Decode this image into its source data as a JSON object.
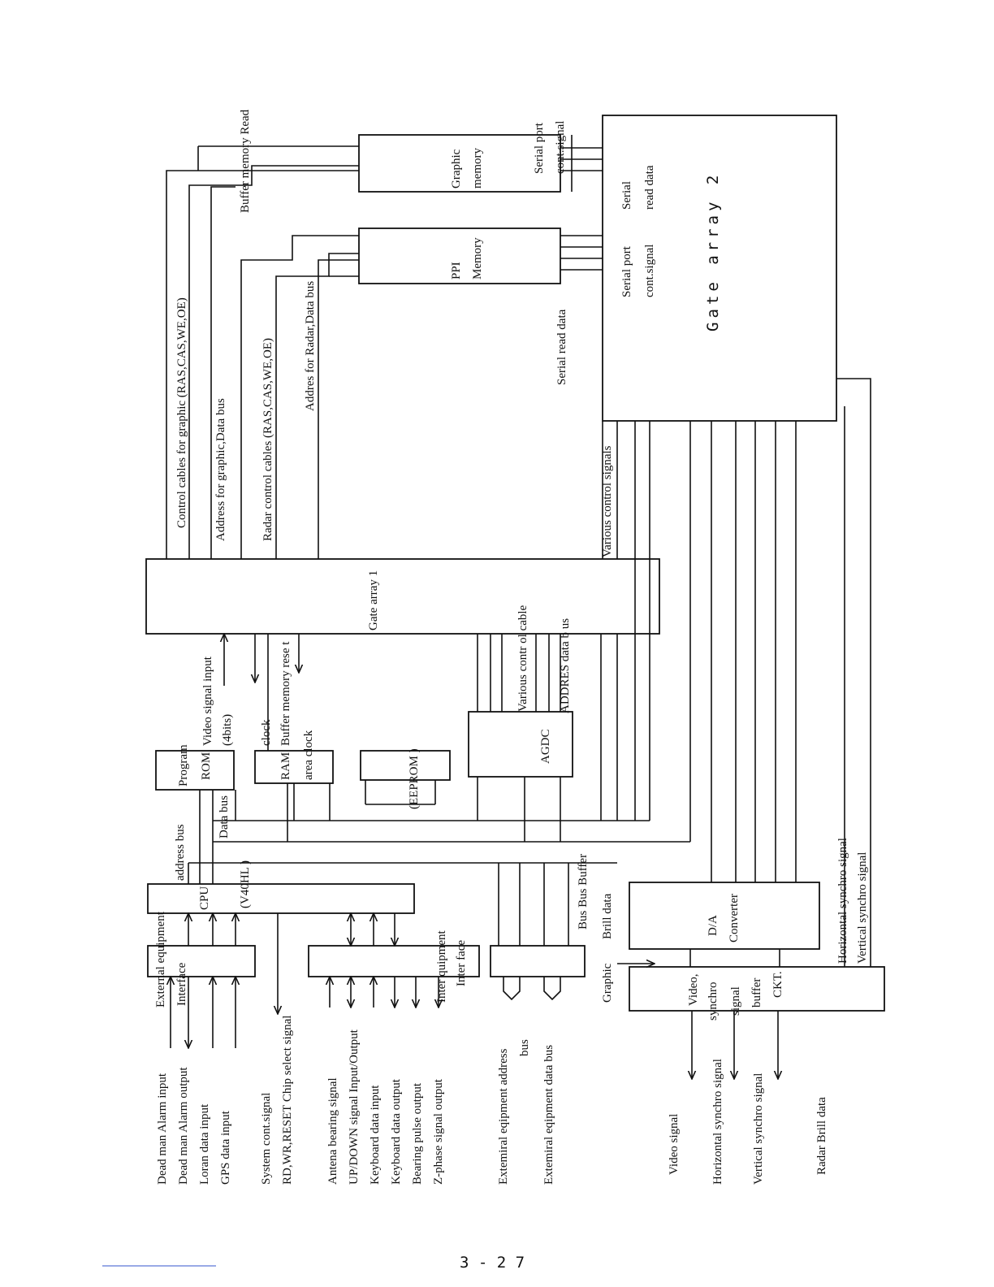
{
  "blocks": {
    "gate_array_2": "Gate array 2",
    "gate_array_1": "Gate array 1",
    "graphic_memory": [
      "Graphic",
      "memory"
    ],
    "ppi_memory": [
      "PPI",
      "Memory"
    ],
    "cpu": "CPU",
    "cpu_v40hl": "(V40HL )",
    "external_equipment": "External equipment",
    "interface": "Interface",
    "rom": "ROM",
    "program": "Program",
    "ram": "RAM",
    "eeprom": "(EEPROM )",
    "agdc": "AGDC",
    "inter_quipment": "Inter quipment",
    "inter_face": "Inter face",
    "da_converter": [
      "D/A",
      "Converter"
    ],
    "video_buffer": [
      "Video,",
      "synchro",
      "signal",
      "buffer",
      "CKT."
    ]
  },
  "labels": {
    "serial_port_cont_signal": [
      "Serial port",
      "cont.signal"
    ],
    "serial_read_data": [
      "Serial",
      "read data"
    ],
    "serial_port_cont_signal_2": [
      "Serial port",
      "cont.signal"
    ],
    "serial_read_data_2": "Serial read data",
    "buffer_memory_read": "Buffer memory Read",
    "control_cables_graphic": "Control cables for graphic (RAS,CAS,WE,OE)",
    "address_graphic_data_bus": "Address for graphic,Data bus",
    "radar_control_cables": "Radar control cables (RAS,CAS,WE,OE)",
    "address_radar_data_bus": "Addres for Radar,Data bus",
    "various_control_signals": "Various control signals",
    "video_signal_input": "Video signal input",
    "four_bits": "(4bits)",
    "clock": "clock",
    "buffer_memory_reset": "Buffer memory rese t",
    "area_clock": "area clock",
    "various_control_cable": "Various contr ol cable",
    "address_data_bus": "ADDRES data b us",
    "address_bus": "address bus",
    "data_bus": "Data bus",
    "bus_buffer": "Bus Bus Buffer",
    "brill_data": "Brill data",
    "graphic": "Graphic",
    "horizontal_synchro": "Horizontal synchro signal",
    "vertical_synchro": "Vertical synchro signal"
  },
  "signals": {
    "group1": [
      "Dead man Alarm input",
      "Dead man Alarm output",
      "Loran data input",
      "GPS data input"
    ],
    "group2": [
      "System cont.signal",
      "RD,WR,RESET Chip select signal"
    ],
    "group3": [
      "Antena bearing signal",
      "UP/DOWN signal Input/Output",
      "Keyboard data input",
      "Keyboard data output",
      "Bearing pulse output",
      "Z-phase signal output"
    ],
    "group4": [
      "Extemiral eqipment address",
      "bus",
      "Extemiral eqipment data bus"
    ],
    "group5": [
      "Video signal",
      "Horizontal synchro signal",
      "Vertical synchro signal",
      "Radar Brill data"
    ]
  },
  "page_number": "3 - 2 7"
}
